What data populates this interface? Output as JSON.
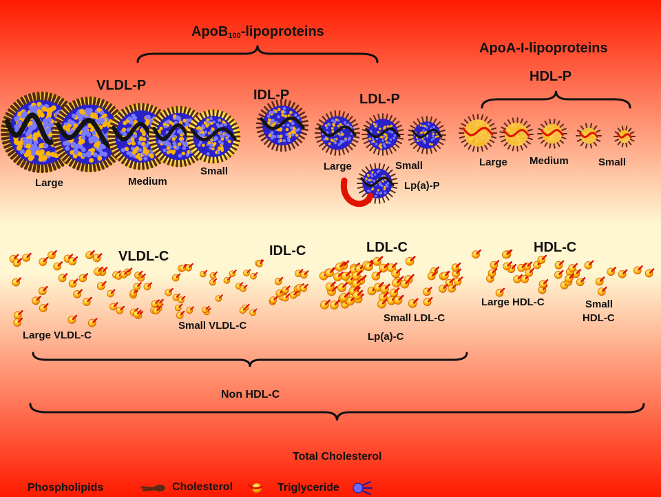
{
  "colors": {
    "background_edge": "#ff1a00",
    "background_center": "#fff6d2",
    "phospholipid": "#5a2a16",
    "core_blue": "#2a22c8",
    "apo_b": "#141414",
    "apo_a": "#e01200",
    "cholesterol": "#ffb400"
  },
  "titles": {
    "apob_main": "ApoB",
    "apob_sub": "100",
    "apob_rest": "-lipoproteins",
    "apoa": "ApoA-I-lipoproteins"
  },
  "particles": {
    "vldl_p": "VLDL-P",
    "idl_p": "IDL-P",
    "ldl_p": "LDL-P",
    "hdl_p": "HDL-P",
    "lpa_p": "Lp(a)-P",
    "vldl_sizes": [
      "Large",
      "Medium",
      "Small"
    ],
    "ldl_sizes": [
      "Large",
      "Small"
    ],
    "hdl_sizes": [
      "Large",
      "Medium",
      "Small"
    ]
  },
  "cholesterol": {
    "vldl_c": "VLDL-C",
    "idl_c": "IDL-C",
    "ldl_c": "LDL-C",
    "hdl_c": "HDL-C",
    "large_vldl_c": "Large VLDL-C",
    "small_vldl_c": "Small VLDL-C",
    "small_ldl_c": "Small LDL-C",
    "lpa_c": "Lp(a)-C",
    "large_hdl_c": "Large HDL-C",
    "small_hdl_c_1": "Small",
    "small_hdl_c_2": "HDL-C"
  },
  "groups": {
    "non_hdl_c": "Non HDL-C",
    "total_cholesterol": "Total Cholesterol"
  },
  "legend": {
    "phospholipids": "Phospholipids",
    "cholesterol": "Cholesterol",
    "triglyceride": "Triglyceride"
  }
}
